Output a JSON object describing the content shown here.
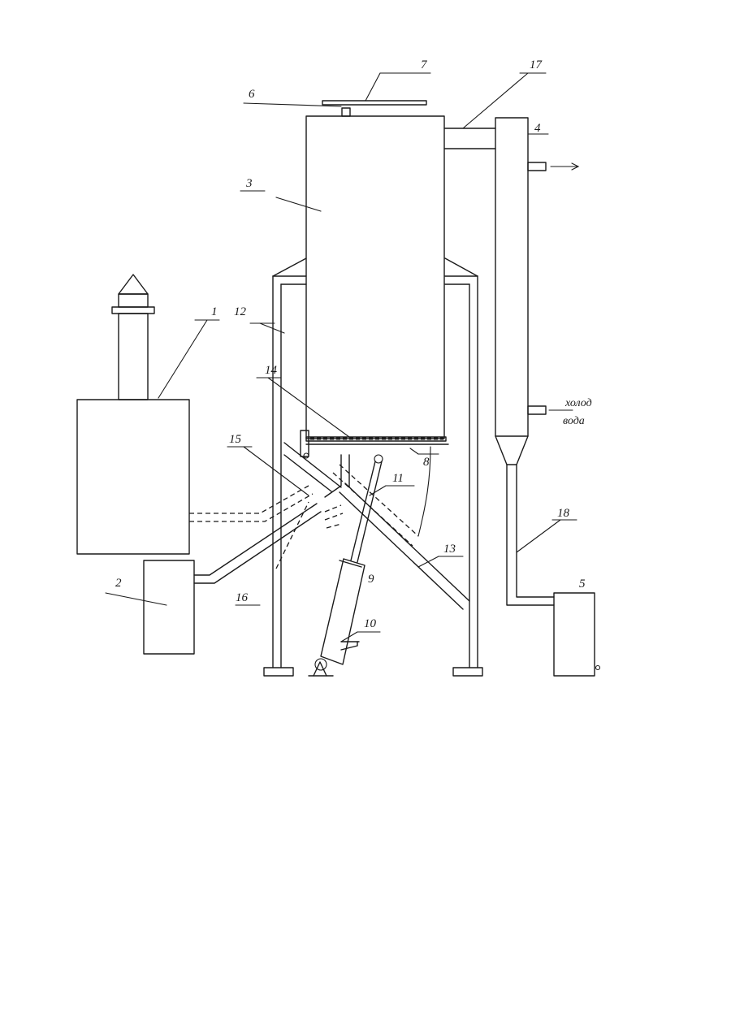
{
  "labels": {
    "l1": "1",
    "l2": "2",
    "l3": "3",
    "l4": "4",
    "l5": "5",
    "l6": "6",
    "l7": "7",
    "l8": "8",
    "l9": "9",
    "l10": "10",
    "l11": "11",
    "l12": "12",
    "l13": "13",
    "l14": "14",
    "l15": "15",
    "l16": "16",
    "l17": "17",
    "l18": "18"
  },
  "annotations": {
    "cold_line1": "холод",
    "cold_line2": "вода"
  }
}
